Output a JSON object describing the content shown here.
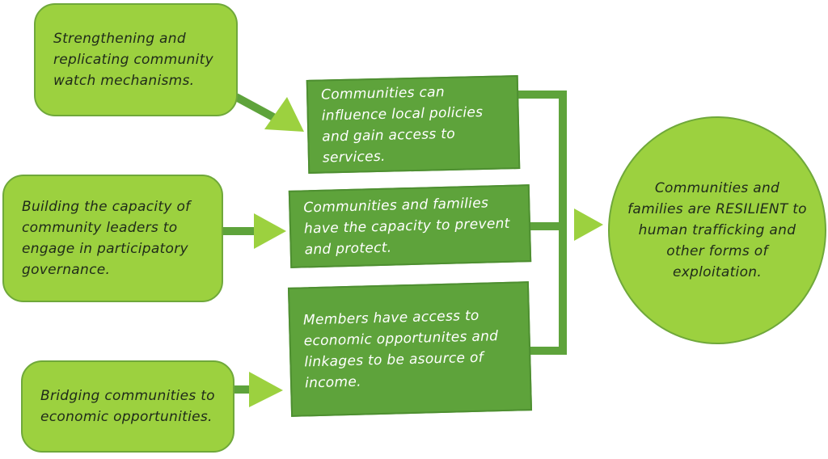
{
  "inputs": [
    {
      "text": "Strengthening and replicating community watch mechanisms."
    },
    {
      "text": "Building the capacity of community leaders to engage in participatory governance."
    },
    {
      "text": "Bridging communities to economic opportunities."
    }
  ],
  "outcomes": [
    {
      "text": "Communities can influence local policies and gain access to services."
    },
    {
      "text": "Communities and families have the capacity to prevent and protect."
    },
    {
      "text": "Members have access to economic opportunites and linkages to be asource of income."
    }
  ],
  "goal": {
    "text": "Communities and families are RESILIENT to human trafficking and other forms of exploitation."
  },
  "colors": {
    "light_green": "#9cd13f",
    "dark_green": "#5ea33b",
    "connector": "#5ea33b",
    "arrowhead": "#9cd13f"
  }
}
